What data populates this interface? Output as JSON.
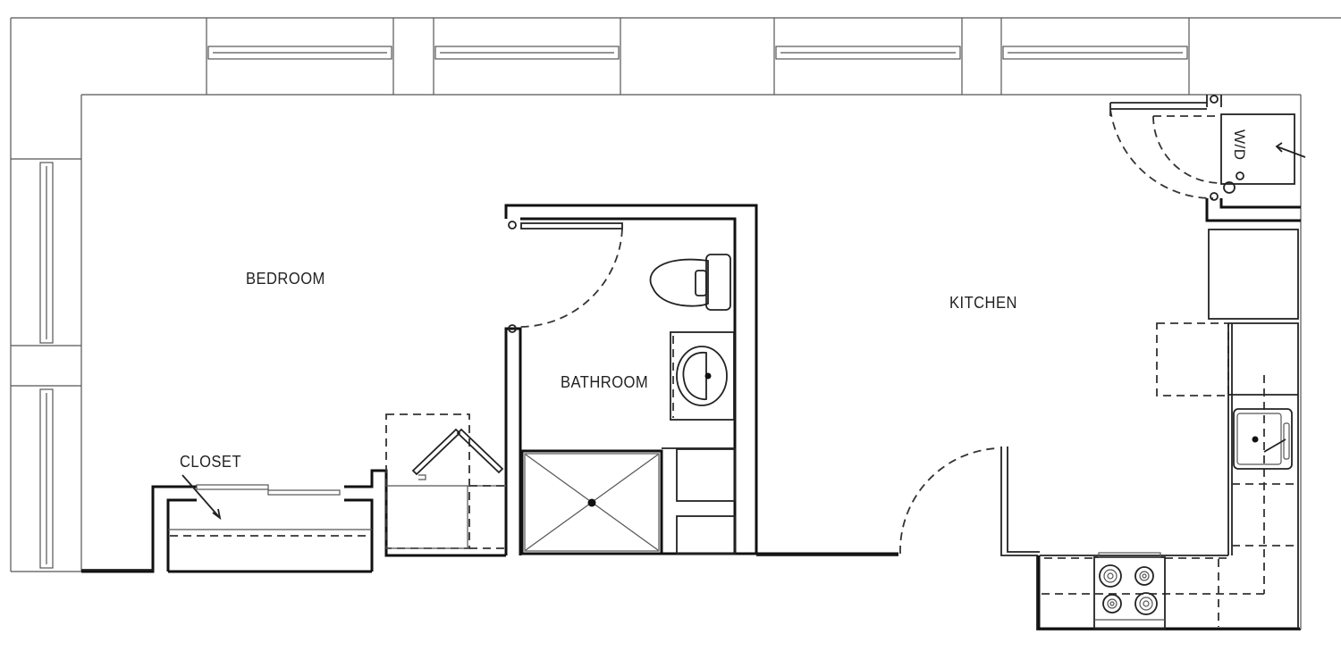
{
  "floor_plan": {
    "rooms": [
      {
        "id": "bedroom",
        "label": "BEDROOM"
      },
      {
        "id": "bathroom",
        "label": "BATHROOM"
      },
      {
        "id": "kitchen",
        "label": "KITCHEN"
      },
      {
        "id": "closet",
        "label": "CLOSET"
      }
    ],
    "appliances": [
      {
        "id": "washer-dryer",
        "label": "W/D"
      }
    ],
    "colors": {
      "line": "#222222",
      "background": "#ffffff"
    }
  }
}
